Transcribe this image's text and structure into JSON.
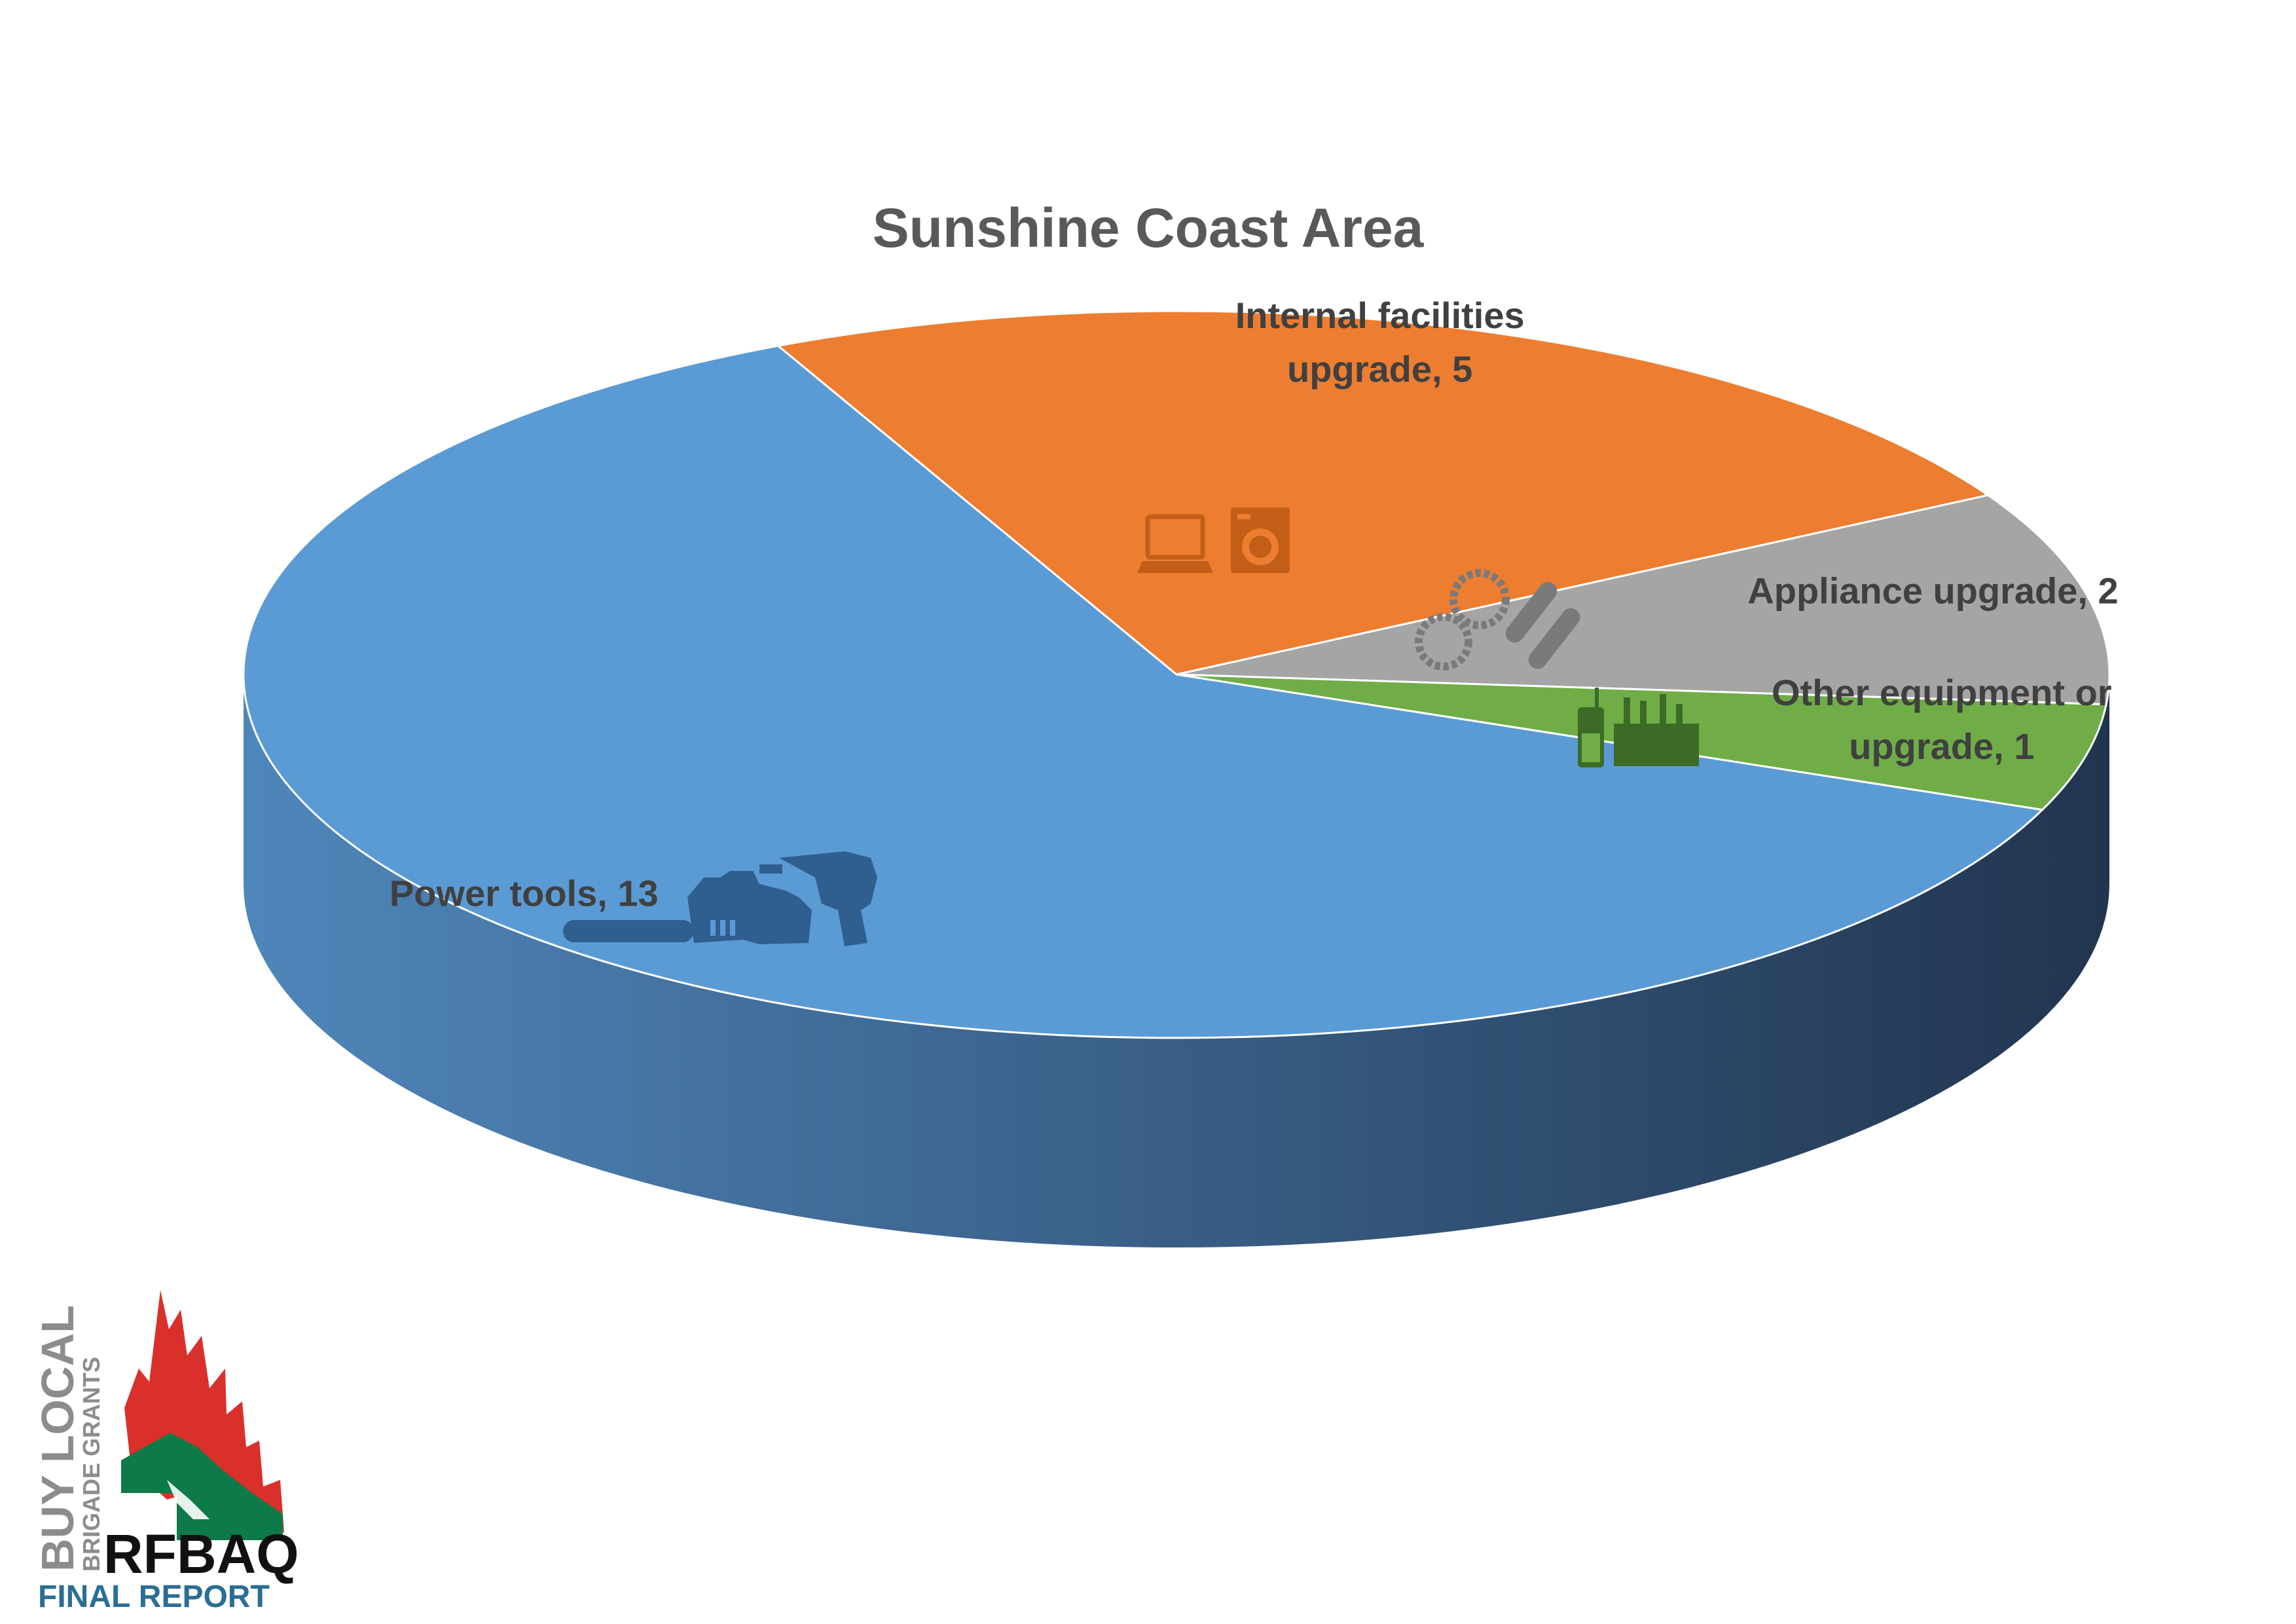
{
  "chart_data": {
    "type": "pie",
    "title": "Sunshine Coast Area",
    "three_d": true,
    "legend": "none",
    "categories": [
      "Power tools",
      "Internal facilities upgrade",
      "Appliance upgrade",
      "Other equipment or upgrade"
    ],
    "values": [
      13,
      5,
      2,
      1
    ],
    "colors": [
      "#5B9BD5",
      "#ED7D31",
      "#A5A5A5",
      "#70AD47"
    ],
    "icons": [
      "chainsaw-and-drill",
      "laptop-and-washing-machine",
      "gears-and-tracks",
      "radio-and-toolbox"
    ],
    "data_labels": [
      {
        "line1": "Power tools, 13",
        "line2": ""
      },
      {
        "line1": "Internal facilities",
        "line2": "upgrade, 5"
      },
      {
        "line1": "Appliance upgrade, 2",
        "line2": ""
      },
      {
        "line1": "Other equipment or",
        "line2": "upgrade, 1"
      }
    ]
  },
  "logo": {
    "line1": "BUY LOCAL",
    "line2": "BRIGADE GRANTS",
    "line3": "RFBAQ",
    "line4": "FINAL REPORT",
    "colors": {
      "flame": "#D9302C",
      "land": "#0F7A49",
      "grey": "#8C8C8C",
      "blue": "#2A6E94"
    }
  }
}
